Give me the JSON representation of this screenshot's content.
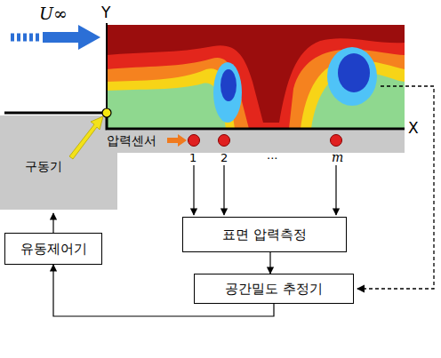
{
  "diagram": {
    "nodes": [
      {
        "text": [
          "유동제어기"
        ]
      },
      {
        "text": [
          "표면 압력측정"
        ]
      },
      {
        "text": [
          "공간밀도 추정기"
        ]
      }
    ],
    "edges": [
      {
        "from": 1,
        "to": 2,
        "arrow": "to"
      },
      {
        "from": 2,
        "to": 0,
        "arrow": "to"
      }
    ],
    "labels": [
      "Y",
      "X",
      "U∞",
      "구동기",
      "압력센서",
      "1",
      "2",
      "...",
      "m"
    ]
  }
}
